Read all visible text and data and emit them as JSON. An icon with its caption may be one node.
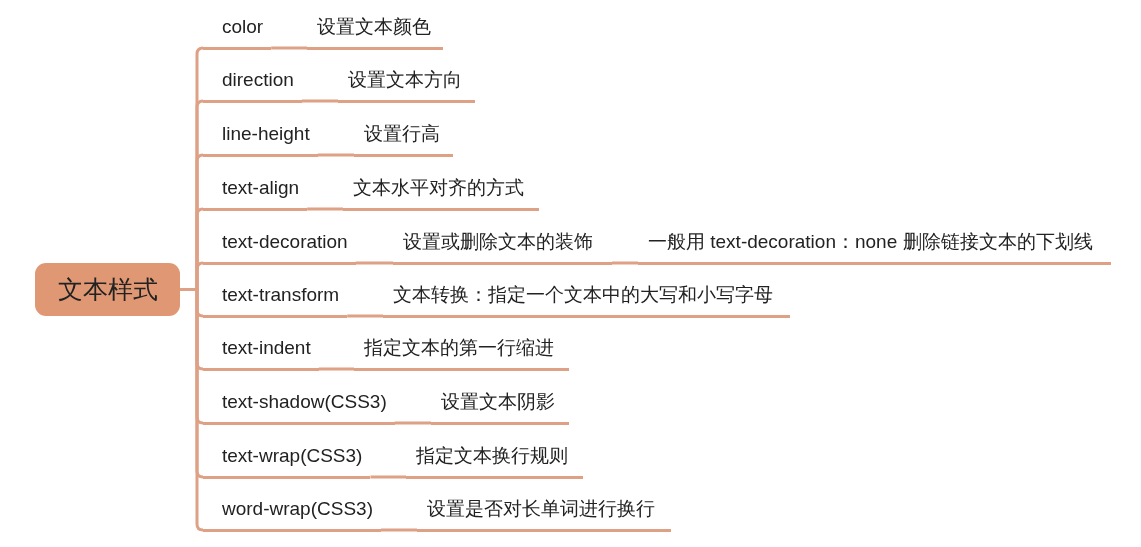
{
  "diagram": {
    "nodes": [
      {
        "text": [
          "文本样式"
        ]
      },
      {
        "text": [
          "color"
        ]
      },
      {
        "text": [
          "设置文本颜色"
        ]
      },
      {
        "text": [
          "direction"
        ]
      },
      {
        "text": [
          "设置文本方向"
        ]
      },
      {
        "text": [
          "line-height"
        ]
      },
      {
        "text": [
          "设置行高"
        ]
      },
      {
        "text": [
          "text-align"
        ]
      },
      {
        "text": [
          "文本水平对齐的方式"
        ]
      },
      {
        "text": [
          "text-decoration"
        ]
      },
      {
        "text": [
          "设置或删除文本的装饰"
        ]
      },
      {
        "text": [
          "一般用 text-decoration：none 删除链接文本的下划线"
        ]
      },
      {
        "text": [
          "text-transform"
        ]
      },
      {
        "text": [
          "文本转换：指定一个文本中的大写和小写字母"
        ]
      },
      {
        "text": [
          "text-indent"
        ]
      },
      {
        "text": [
          "指定文本的第一行缩进"
        ]
      },
      {
        "text": [
          "text-shadow(CSS3)"
        ]
      },
      {
        "text": [
          "设置文本阴影"
        ]
      },
      {
        "text": [
          "text-wrap(CSS3)"
        ]
      },
      {
        "text": [
          "指定文本换行规则"
        ]
      },
      {
        "text": [
          "word-wrap(CSS3)"
        ]
      },
      {
        "text": [
          "设置是否对长单词进行换行"
        ]
      }
    ],
    "edges": [
      {
        "from": 0,
        "to": 1,
        "arrow": "none"
      },
      {
        "from": 0,
        "to": 3,
        "arrow": "none"
      },
      {
        "from": 0,
        "to": 5,
        "arrow": "none"
      },
      {
        "from": 0,
        "to": 7,
        "arrow": "none"
      },
      {
        "from": 0,
        "to": 9,
        "arrow": "none"
      },
      {
        "from": 0,
        "to": 12,
        "arrow": "none"
      },
      {
        "from": 0,
        "to": 14,
        "arrow": "none"
      },
      {
        "from": 0,
        "to": 16,
        "arrow": "none"
      },
      {
        "from": 0,
        "to": 18,
        "arrow": "none"
      },
      {
        "from": 0,
        "to": 20,
        "arrow": "none"
      },
      {
        "from": 1,
        "to": 2,
        "arrow": "none"
      },
      {
        "from": 3,
        "to": 4,
        "arrow": "none"
      },
      {
        "from": 5,
        "to": 6,
        "arrow": "none"
      },
      {
        "from": 7,
        "to": 8,
        "arrow": "none"
      },
      {
        "from": 9,
        "to": 10,
        "arrow": "none"
      },
      {
        "from": 10,
        "to": 11,
        "arrow": "none"
      },
      {
        "from": 12,
        "to": 13,
        "arrow": "none"
      },
      {
        "from": 14,
        "to": 15,
        "arrow": "none"
      },
      {
        "from": 16,
        "to": 17,
        "arrow": "none"
      },
      {
        "from": 18,
        "to": 19,
        "arrow": "none"
      },
      {
        "from": 20,
        "to": 21,
        "arrow": "none"
      }
    ]
  }
}
